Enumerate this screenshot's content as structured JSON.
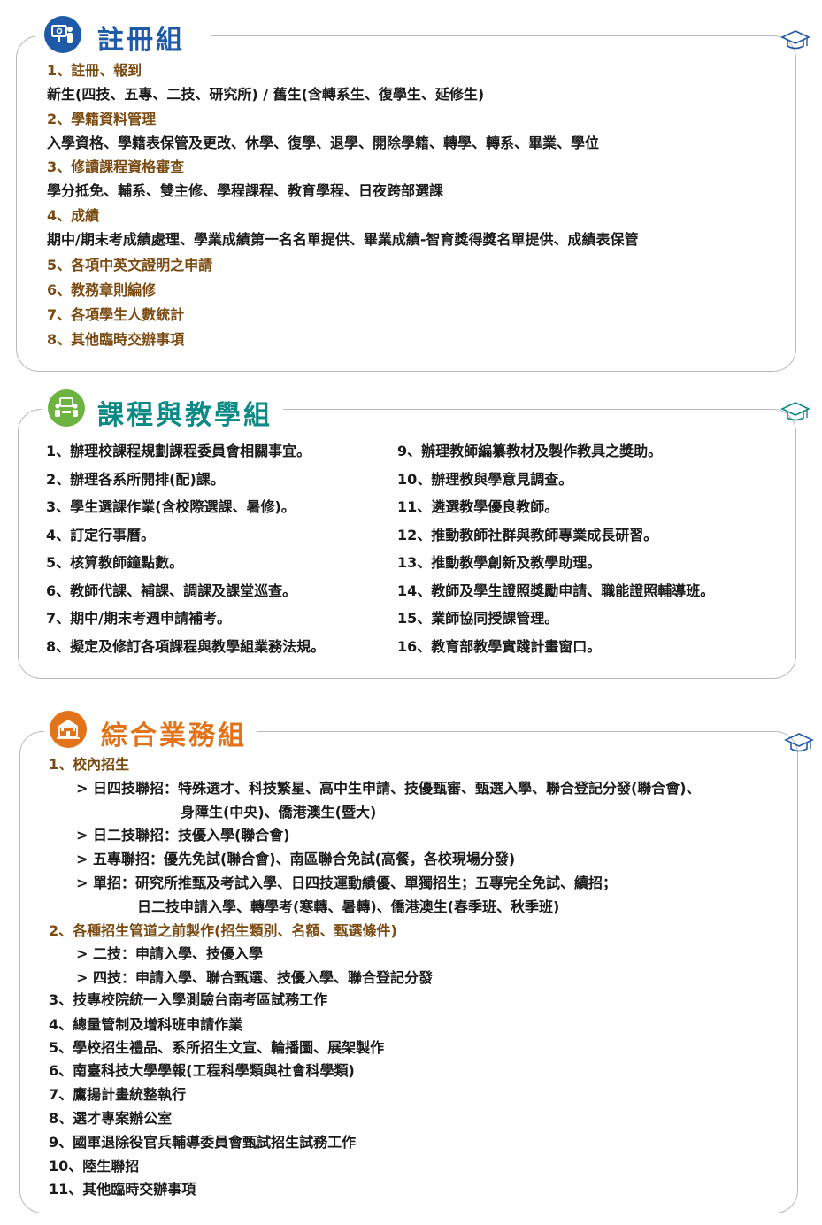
{
  "colors": {
    "blue_accent": "#1f5aa8",
    "teal_accent": "#0b8a86",
    "orange_accent": "#e2731a",
    "green_accent": "#6db33f",
    "item_brown": "#7a4a10",
    "border_gray": "#b9b9b9"
  },
  "registration": {
    "title": "註冊組",
    "icon": "presentation-icon",
    "items": [
      {
        "label": "1、註冊、報到",
        "style": "accent"
      },
      {
        "label": "新生(四技、五專、二技、研究所) / 舊生(含轉系生、復學生、延修生)",
        "style": "plain"
      },
      {
        "label": "2、學籍資料管理",
        "style": "accent"
      },
      {
        "label": "入學資格、學籍表保管及更改、休學、復學、退學、開除學籍、轉學、轉系、畢業、學位",
        "style": "plain"
      },
      {
        "label": "3、修讀課程資格審查",
        "style": "accent"
      },
      {
        "label": "學分抵免、輔系、雙主修、學程課程、教育學程、日夜跨部選課",
        "style": "plain"
      },
      {
        "label": "4、成績",
        "style": "accent"
      },
      {
        "label": "期中/期末考成績處理、學業成績第一名名單提供、畢業成績-智育獎得獎名單提供、成績表保管",
        "style": "plain"
      },
      {
        "label": "5、各項中英文證明之申請",
        "style": "accent"
      },
      {
        "label": "6、教務章則編修",
        "style": "accent"
      },
      {
        "label": "7、各項學生人數統計",
        "style": "accent"
      },
      {
        "label": "8、其他臨時交辦事項",
        "style": "accent"
      }
    ]
  },
  "curriculum": {
    "title": "課程與教學組",
    "icon": "meeting-icon",
    "left_items": [
      "1、辦理校課程規劃課程委員會相關事宜。",
      "2、辦理各系所開排(配)課。",
      "3、學生選課作業(含校際選課、暑修)。",
      "4、訂定行事曆。",
      "5、核算教師鐘點數。",
      "6、教師代課、補課、調課及課堂巡查。",
      "7、期中/期末考週申請補考。",
      "8、擬定及修訂各項課程與教學組業務法規。"
    ],
    "right_items": [
      "9、辦理教師編纂教材及製作教具之獎助。",
      "10、辦理教與學意見調查。",
      "11、遴選教學優良教師。",
      "12、推動教師社群與教師專業成長研習。",
      "13、推動教學創新及教學助理。",
      "14、教師及學生證照獎勵申請、職能證照輔導班。",
      "15、業師協同授課管理。",
      "16、教育部教學實踐計畫窗口。"
    ]
  },
  "general": {
    "title": "綜合業務組",
    "icon": "school-building-icon",
    "items": [
      {
        "label": "1、校內招生",
        "style": "accent",
        "indent": 0
      },
      {
        "label": "> 日四技聯招：特殊選才、科技繁星、高中生申請、技優甄審、甄選入學、聯合登記分發(聯合會)、",
        "style": "sub",
        "indent": 1
      },
      {
        "label": "身障生(中央)、僑港澳生(暨大)",
        "style": "sub",
        "indent": 3
      },
      {
        "label": "> 日二技聯招：技優入學(聯合會)",
        "style": "sub",
        "indent": 1
      },
      {
        "label": "> 五專聯招：優先免試(聯合會)、南區聯合免試(高餐，各校現場分發)",
        "style": "sub",
        "indent": 1
      },
      {
        "label": "> 單招：研究所推甄及考試入學、日四技運動績優、單獨招生；五專完全免試、續招；",
        "style": "sub",
        "indent": 1
      },
      {
        "label": "日二技申請入學、轉學考(寒轉、暑轉)、僑港澳生(春季班、秋季班)",
        "style": "sub",
        "indent": 2
      },
      {
        "label": "2、各種招生管道之前製作(招生類別、名額、甄選條件)",
        "style": "accent",
        "indent": 0
      },
      {
        "label": "> 二技：申請入學、技優入學",
        "style": "sub",
        "indent": 1
      },
      {
        "label": "> 四技：申請入學、聯合甄選、技優入學、聯合登記分發",
        "style": "sub",
        "indent": 1
      },
      {
        "label": "3、技專校院統一入學測驗台南考區試務工作",
        "style": "plain",
        "indent": 0
      },
      {
        "label": "4、總量管制及增科班申請作業",
        "style": "plain",
        "indent": 0
      },
      {
        "label": "5、學校招生禮品、系所招生文宣、輪播圖、展架製作",
        "style": "plain",
        "indent": 0
      },
      {
        "label": "6、南臺科技大學學報(工程科學類與社會科學類)",
        "style": "plain",
        "indent": 0
      },
      {
        "label": "7、鷹揚計畫統整執行",
        "style": "plain",
        "indent": 0
      },
      {
        "label": "8、選才專案辦公室",
        "style": "plain",
        "indent": 0
      },
      {
        "label": "9、國軍退除役官兵輔導委員會甄試招生試務工作",
        "style": "plain",
        "indent": 0
      },
      {
        "label": "10、陸生聯招",
        "style": "plain",
        "indent": 0
      },
      {
        "label": "11、其他臨時交辦事項",
        "style": "plain",
        "indent": 0
      }
    ]
  },
  "decor_icon": "graduation-cap-icon"
}
